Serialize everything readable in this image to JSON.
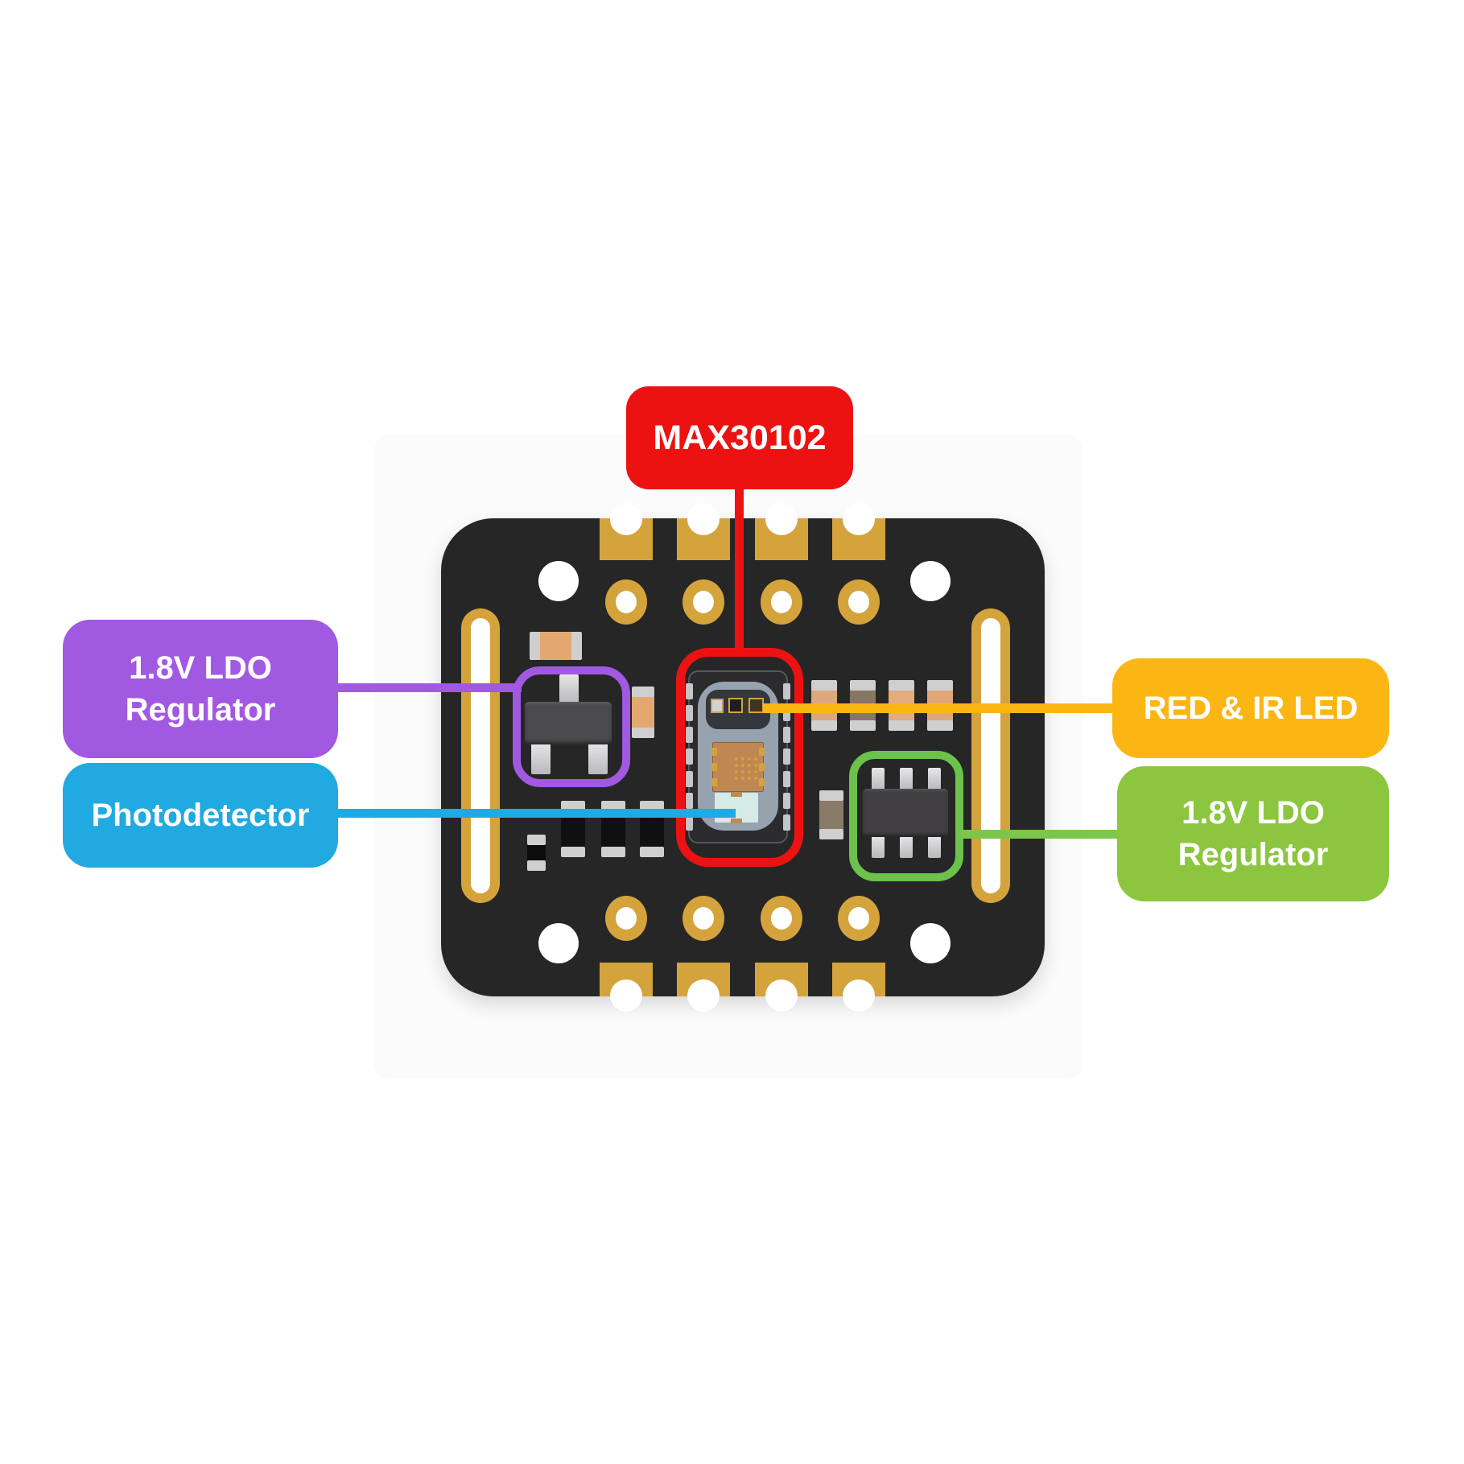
{
  "colors": {
    "page_bg": "#ffffff",
    "board": "#262627",
    "gold": "#D5A33C",
    "label_red": "#EC1212",
    "label_purple": "#A159E2",
    "label_blue": "#21A9E1",
    "label_orange": "#FCB614",
    "label_green": "#8CC63F",
    "outline_red": "#EC1212",
    "outline_purple": "#A159E2",
    "outline_green": "#6CC24A",
    "line_red": "#EC1212",
    "line_purple": "#A159E2",
    "line_blue": "#21A9E1",
    "line_yellow": "#FCB614",
    "line_green": "#7DC64C"
  },
  "annotations": {
    "max30102": {
      "text": "MAX30102"
    },
    "ldo_left": {
      "line1": "1.8V LDO",
      "line2": "Regulator"
    },
    "photodetector": {
      "text": "Photodetector"
    },
    "red_ir_led": {
      "text": "RED & IR LED"
    },
    "ldo_right": {
      "line1": "1.8V LDO",
      "line2": "Regulator"
    }
  }
}
